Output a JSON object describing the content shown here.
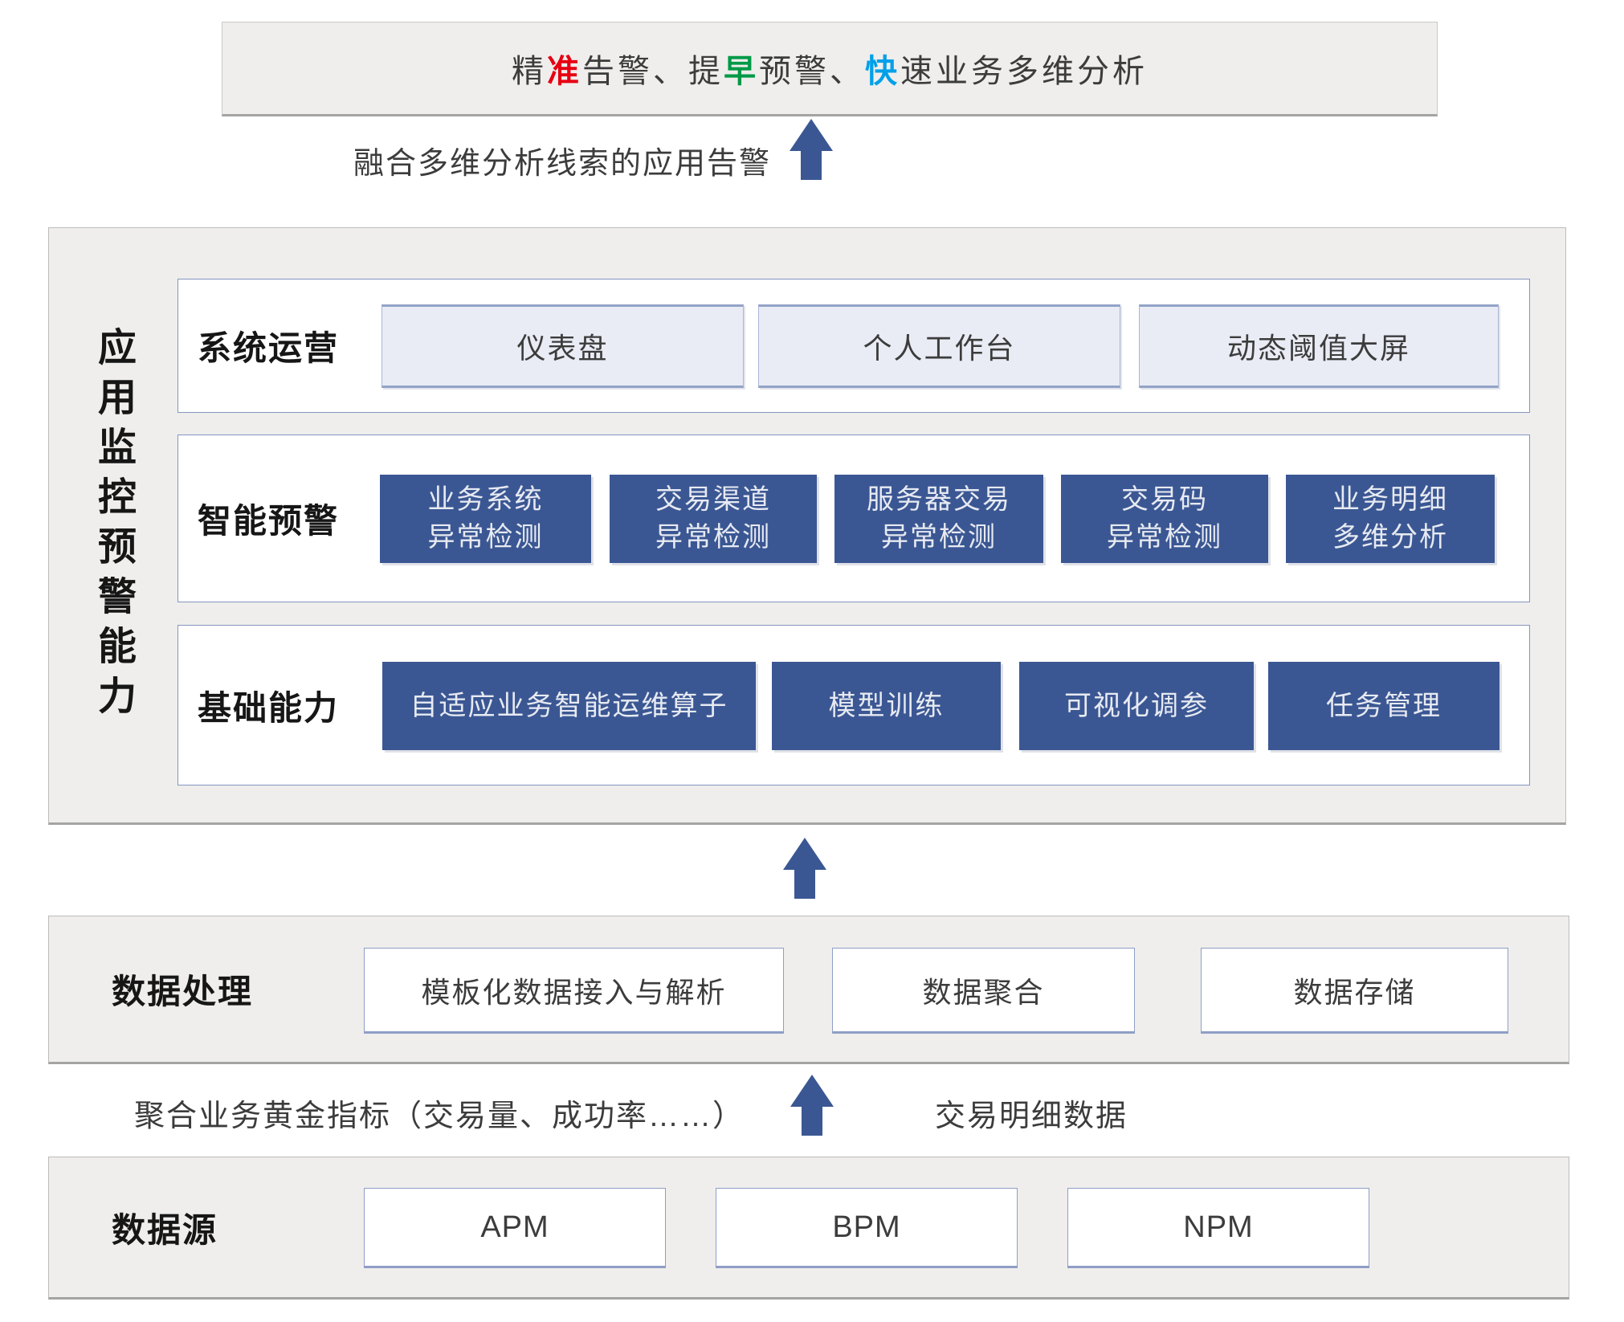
{
  "colors": {
    "accent_blue": "#3b5793",
    "highlight_red": "#e60012",
    "highlight_green": "#009946",
    "highlight_cyan": "#00a0e9",
    "panel_gray": "#efeeec",
    "light_box": "#e9ecf4"
  },
  "banner": {
    "parts": [
      "精",
      "准",
      "告警、提",
      "早",
      "预警、",
      "快",
      "速业务多维分析"
    ]
  },
  "caption_top": {
    "text": "融合多维分析线索的应用告警",
    "arrow_icon": "up-arrow"
  },
  "app_panel": {
    "vertical_title": "应用监控预警能力",
    "rows": [
      {
        "label": "系统运营",
        "boxes": [
          "仪表盘",
          "个人工作台",
          "动态阈值大屏"
        ]
      },
      {
        "label": "智能预警",
        "boxes": [
          "业务系统\n异常检测",
          "交易渠道\n异常检测",
          "服务器交易\n异常检测",
          "交易码\n异常检测",
          "业务明细\n多维分析"
        ]
      },
      {
        "label": "基础能力",
        "boxes": [
          "自适应业务智能运维算子",
          "模型训练",
          "可视化调参",
          "任务管理"
        ]
      }
    ]
  },
  "data_processing": {
    "label": "数据处理",
    "boxes": [
      "模板化数据接入与解析",
      "数据聚合",
      "数据存储"
    ]
  },
  "caption_middle": {
    "left_text": "聚合业务黄金指标（交易量、成功率……）",
    "right_text": "交易明细数据",
    "arrow_icon": "up-arrow"
  },
  "data_source": {
    "label": "数据源",
    "boxes": [
      "APM",
      "BPM",
      "NPM"
    ]
  }
}
